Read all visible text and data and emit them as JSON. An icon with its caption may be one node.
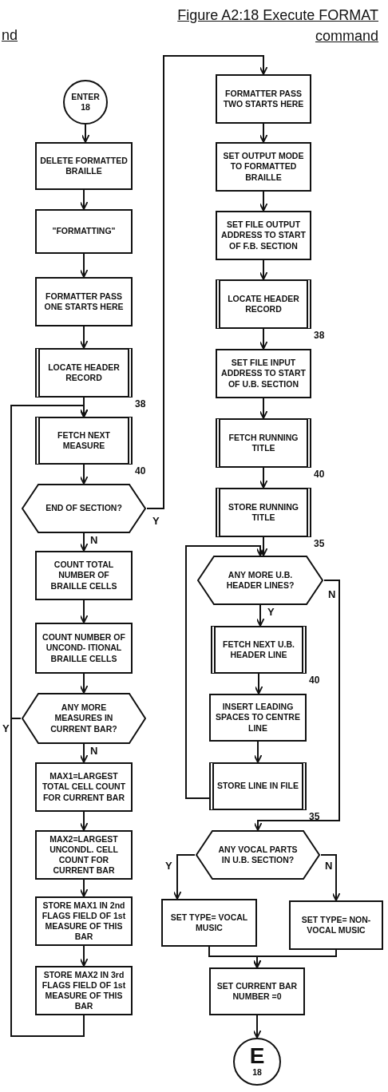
{
  "diagram": {
    "title": "Figure A2:18 Execute FORMAT command",
    "nodes": [
      {
        "text": [
          "ENTER 18"
        ]
      },
      {
        "text": [
          "DELETE FORMATTED BRAILLE"
        ]
      },
      {
        "text": [
          "\"FORMATTING\""
        ]
      },
      {
        "text": [
          "FORMATTER PASS ONE STARTS HERE"
        ]
      },
      {
        "text": [
          "LOCATE HEADER RECORD"
        ],
        "beside": [
          "38"
        ]
      },
      {
        "text": [
          "FETCH NEXT MEASURE"
        ],
        "beside": [
          "40"
        ]
      },
      {
        "text": [
          "END OF SECTION?"
        ]
      },
      {
        "text": [
          "COUNT TOTAL NUMBER OF BRAILLE CELLS"
        ]
      },
      {
        "text": [
          "COUNT NUMBER OF UNCOND- ITIONAL BRAILLE CELLS"
        ]
      },
      {
        "text": [
          "ANY MORE MEASURES IN CURRENT BAR?"
        ]
      },
      {
        "text": [
          "MAX1=LARGEST TOTAL CELL COUNT FOR CURRENT BAR"
        ]
      },
      {
        "text": [
          "MAX2=LARGEST UNCONDL. CELL COUNT FOR CURRENT BAR"
        ]
      },
      {
        "text": [
          "STORE MAX1 IN 2nd FLAGS FIELD OF 1st MEASURE OF THIS BAR"
        ]
      },
      {
        "text": [
          "STORE MAX2 IN 3rd FLAGS FIELD OF 1st MEASURE OF THIS BAR"
        ]
      },
      {
        "text": [
          "FORMATTER PASS TWO STARTS HERE"
        ]
      },
      {
        "text": [
          "SET OUTPUT MODE TO FORMATTED BRAILLE"
        ]
      },
      {
        "text": [
          "SET FILE OUTPUT ADDRESS TO START OF F.B. SECTION"
        ]
      },
      {
        "text": [
          "LOCATE HEADER RECORD"
        ],
        "beside": [
          "38"
        ]
      },
      {
        "text": [
          "SET FILE INPUT ADDRESS TO START OF U.B. SECTION"
        ]
      },
      {
        "text": [
          "FETCH RUNNING TITLE"
        ],
        "beside": [
          "40"
        ]
      },
      {
        "text": [
          "STORE RUNNING TITLE"
        ],
        "beside": [
          "35"
        ]
      },
      {
        "text": [
          "ANY MORE U.B. HEADER LINES?"
        ]
      },
      {
        "text": [
          "FETCH NEXT U.B. HEADER LINE"
        ],
        "beside": [
          "40"
        ]
      },
      {
        "text": [
          "INSERT LEADING SPACES TO CENTRE LINE"
        ]
      },
      {
        "text": [
          "STORE LINE IN FILE"
        ],
        "beside": [
          "35"
        ]
      },
      {
        "text": [
          "ANY VOCAL PARTS IN U.B. SECTION?"
        ]
      },
      {
        "text": [
          "SET TYPE= VOCAL MUSIC"
        ]
      },
      {
        "text": [
          "SET TYPE= NON-VOCAL MUSIC"
        ]
      },
      {
        "text": [
          "SET CURRENT BAR NUMBER =0"
        ]
      },
      {
        "text": [
          "E",
          "18"
        ]
      }
    ],
    "edges": [
      {
        "from": 0,
        "to": 1,
        "arrow": "to"
      },
      {
        "from": 1,
        "to": 2,
        "arrow": "to"
      },
      {
        "from": 2,
        "to": 3,
        "arrow": "to"
      },
      {
        "from": 3,
        "to": 4,
        "arrow": "to"
      },
      {
        "from": 4,
        "to": 5,
        "arrow": "to"
      },
      {
        "from": 5,
        "to": 6,
        "arrow": "to"
      },
      {
        "from": 6,
        "to": 7,
        "arrow": "to",
        "label": "N"
      },
      {
        "from": 7,
        "to": 8,
        "arrow": "to"
      },
      {
        "from": 8,
        "to": 9,
        "arrow": "to"
      },
      {
        "from": 9,
        "to": 10,
        "arrow": "to",
        "label": "N"
      },
      {
        "from": 10,
        "to": 11,
        "arrow": "to"
      },
      {
        "from": 11,
        "to": 12,
        "arrow": "to"
      },
      {
        "from": 12,
        "to": 13,
        "arrow": "to"
      },
      {
        "from": 13,
        "to": 5,
        "arrow": "to"
      },
      {
        "from": 9,
        "to": 5,
        "arrow": "to",
        "label": "Y"
      },
      {
        "from": 6,
        "to": 14,
        "arrow": "to",
        "label": "Y"
      },
      {
        "from": 14,
        "to": 15,
        "arrow": "to"
      },
      {
        "from": 15,
        "to": 16,
        "arrow": "to"
      },
      {
        "from": 16,
        "to": 17,
        "arrow": "to"
      },
      {
        "from": 17,
        "to": 18,
        "arrow": "to"
      },
      {
        "from": 18,
        "to": 19,
        "arrow": "to"
      },
      {
        "from": 19,
        "to": 20,
        "arrow": "to"
      },
      {
        "from": 20,
        "to": 21,
        "arrow": "to"
      },
      {
        "from": 21,
        "to": 22,
        "arrow": "to",
        "label": "Y"
      },
      {
        "from": 22,
        "to": 23,
        "arrow": "to"
      },
      {
        "from": 23,
        "to": 24,
        "arrow": "to"
      },
      {
        "from": 24,
        "to": 21,
        "arrow": "to"
      },
      {
        "from": 21,
        "to": 25,
        "arrow": "to",
        "label": "N"
      },
      {
        "from": 25,
        "to": 26,
        "arrow": "to",
        "label": "Y"
      },
      {
        "from": 25,
        "to": 27,
        "arrow": "to",
        "label": "N"
      },
      {
        "from": 26,
        "to": 28,
        "arrow": "to"
      },
      {
        "from": 27,
        "to": 28,
        "arrow": "to"
      },
      {
        "from": 28,
        "to": 29,
        "arrow": "to"
      }
    ],
    "labels": [
      "nd"
    ]
  }
}
